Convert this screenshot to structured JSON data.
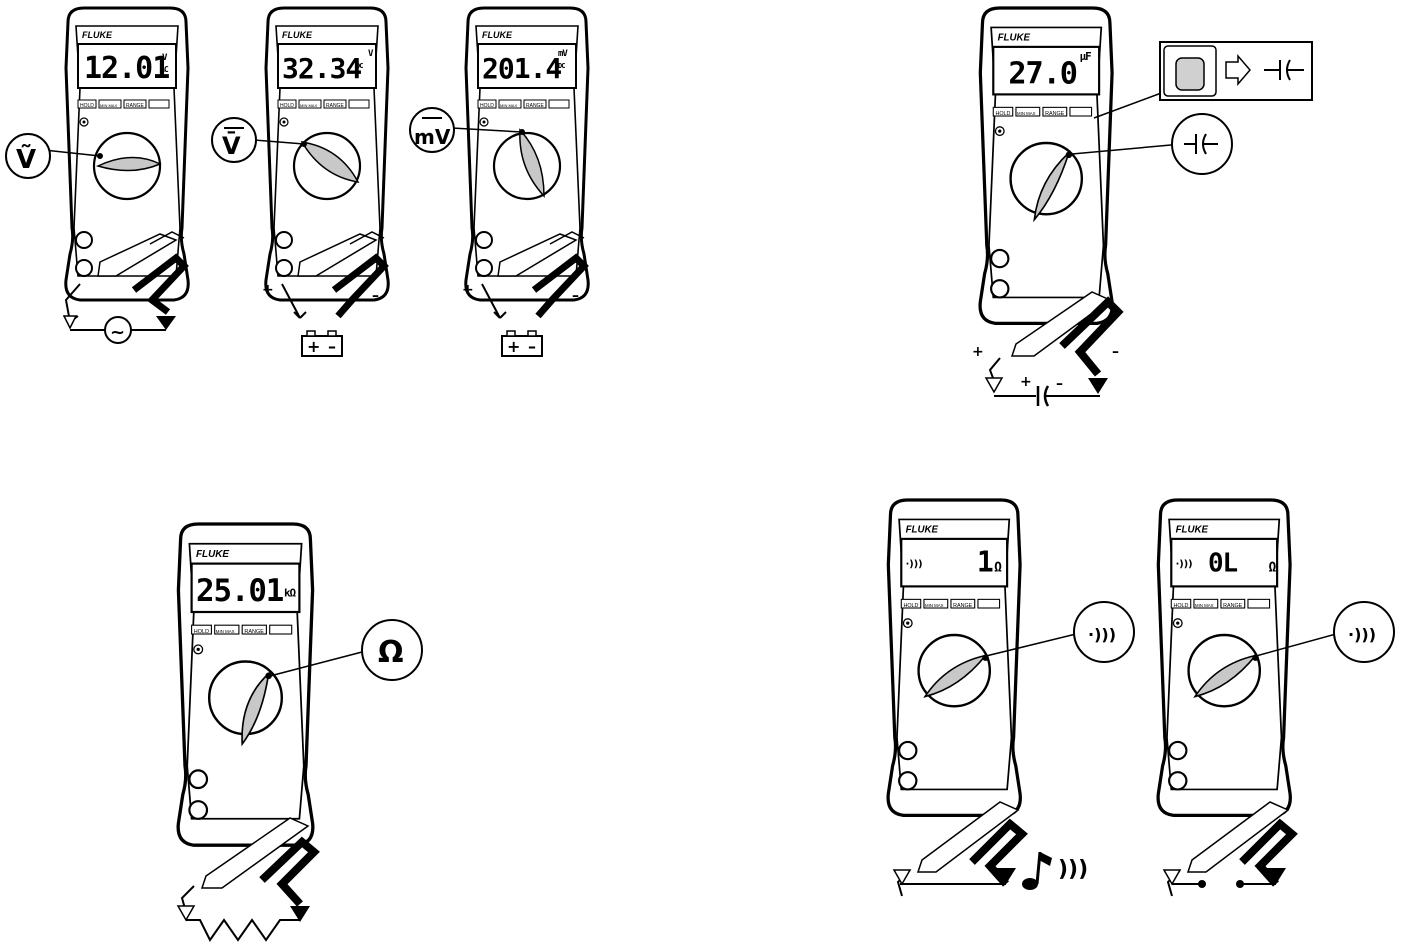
{
  "brand": "FLUKE",
  "buttons": [
    "HOLD",
    "MIN MAX",
    "RANGE"
  ],
  "meters": [
    {
      "id": "ac-volts",
      "reading": "12.01",
      "unit_top": "V",
      "unit_bot": "AC",
      "callout": "Ṽ",
      "source": "~"
    },
    {
      "id": "dc-volts",
      "reading": "32.34",
      "unit_top": "V",
      "unit_bot": "DC",
      "callout": "V̄",
      "source": "battery"
    },
    {
      "id": "dc-millivolts",
      "reading": "201.4",
      "unit_top": "mV",
      "unit_bot": "DC",
      "callout": "mV",
      "source": "battery"
    },
    {
      "id": "capacitance",
      "reading": "27.0",
      "unit_top": "μF",
      "unit_bot": "",
      "callout": "capacitor",
      "source": "capacitor"
    },
    {
      "id": "resistance",
      "reading": "25.01",
      "unit_top": "kΩ",
      "unit_bot": "",
      "callout": "Ω",
      "source": "resistor"
    },
    {
      "id": "continuity-closed",
      "reading": "1",
      "unit_top": "Ω",
      "unit_bot": "",
      "callout": "beeper",
      "source": "beep"
    },
    {
      "id": "continuity-open",
      "reading": "0L",
      "unit_top": "Ω",
      "unit_bot": "",
      "callout": "beeper",
      "source": "open"
    }
  ],
  "polarity": {
    "plus": "+",
    "minus": "–"
  },
  "battery_plus": "+",
  "battery_minus": "–"
}
